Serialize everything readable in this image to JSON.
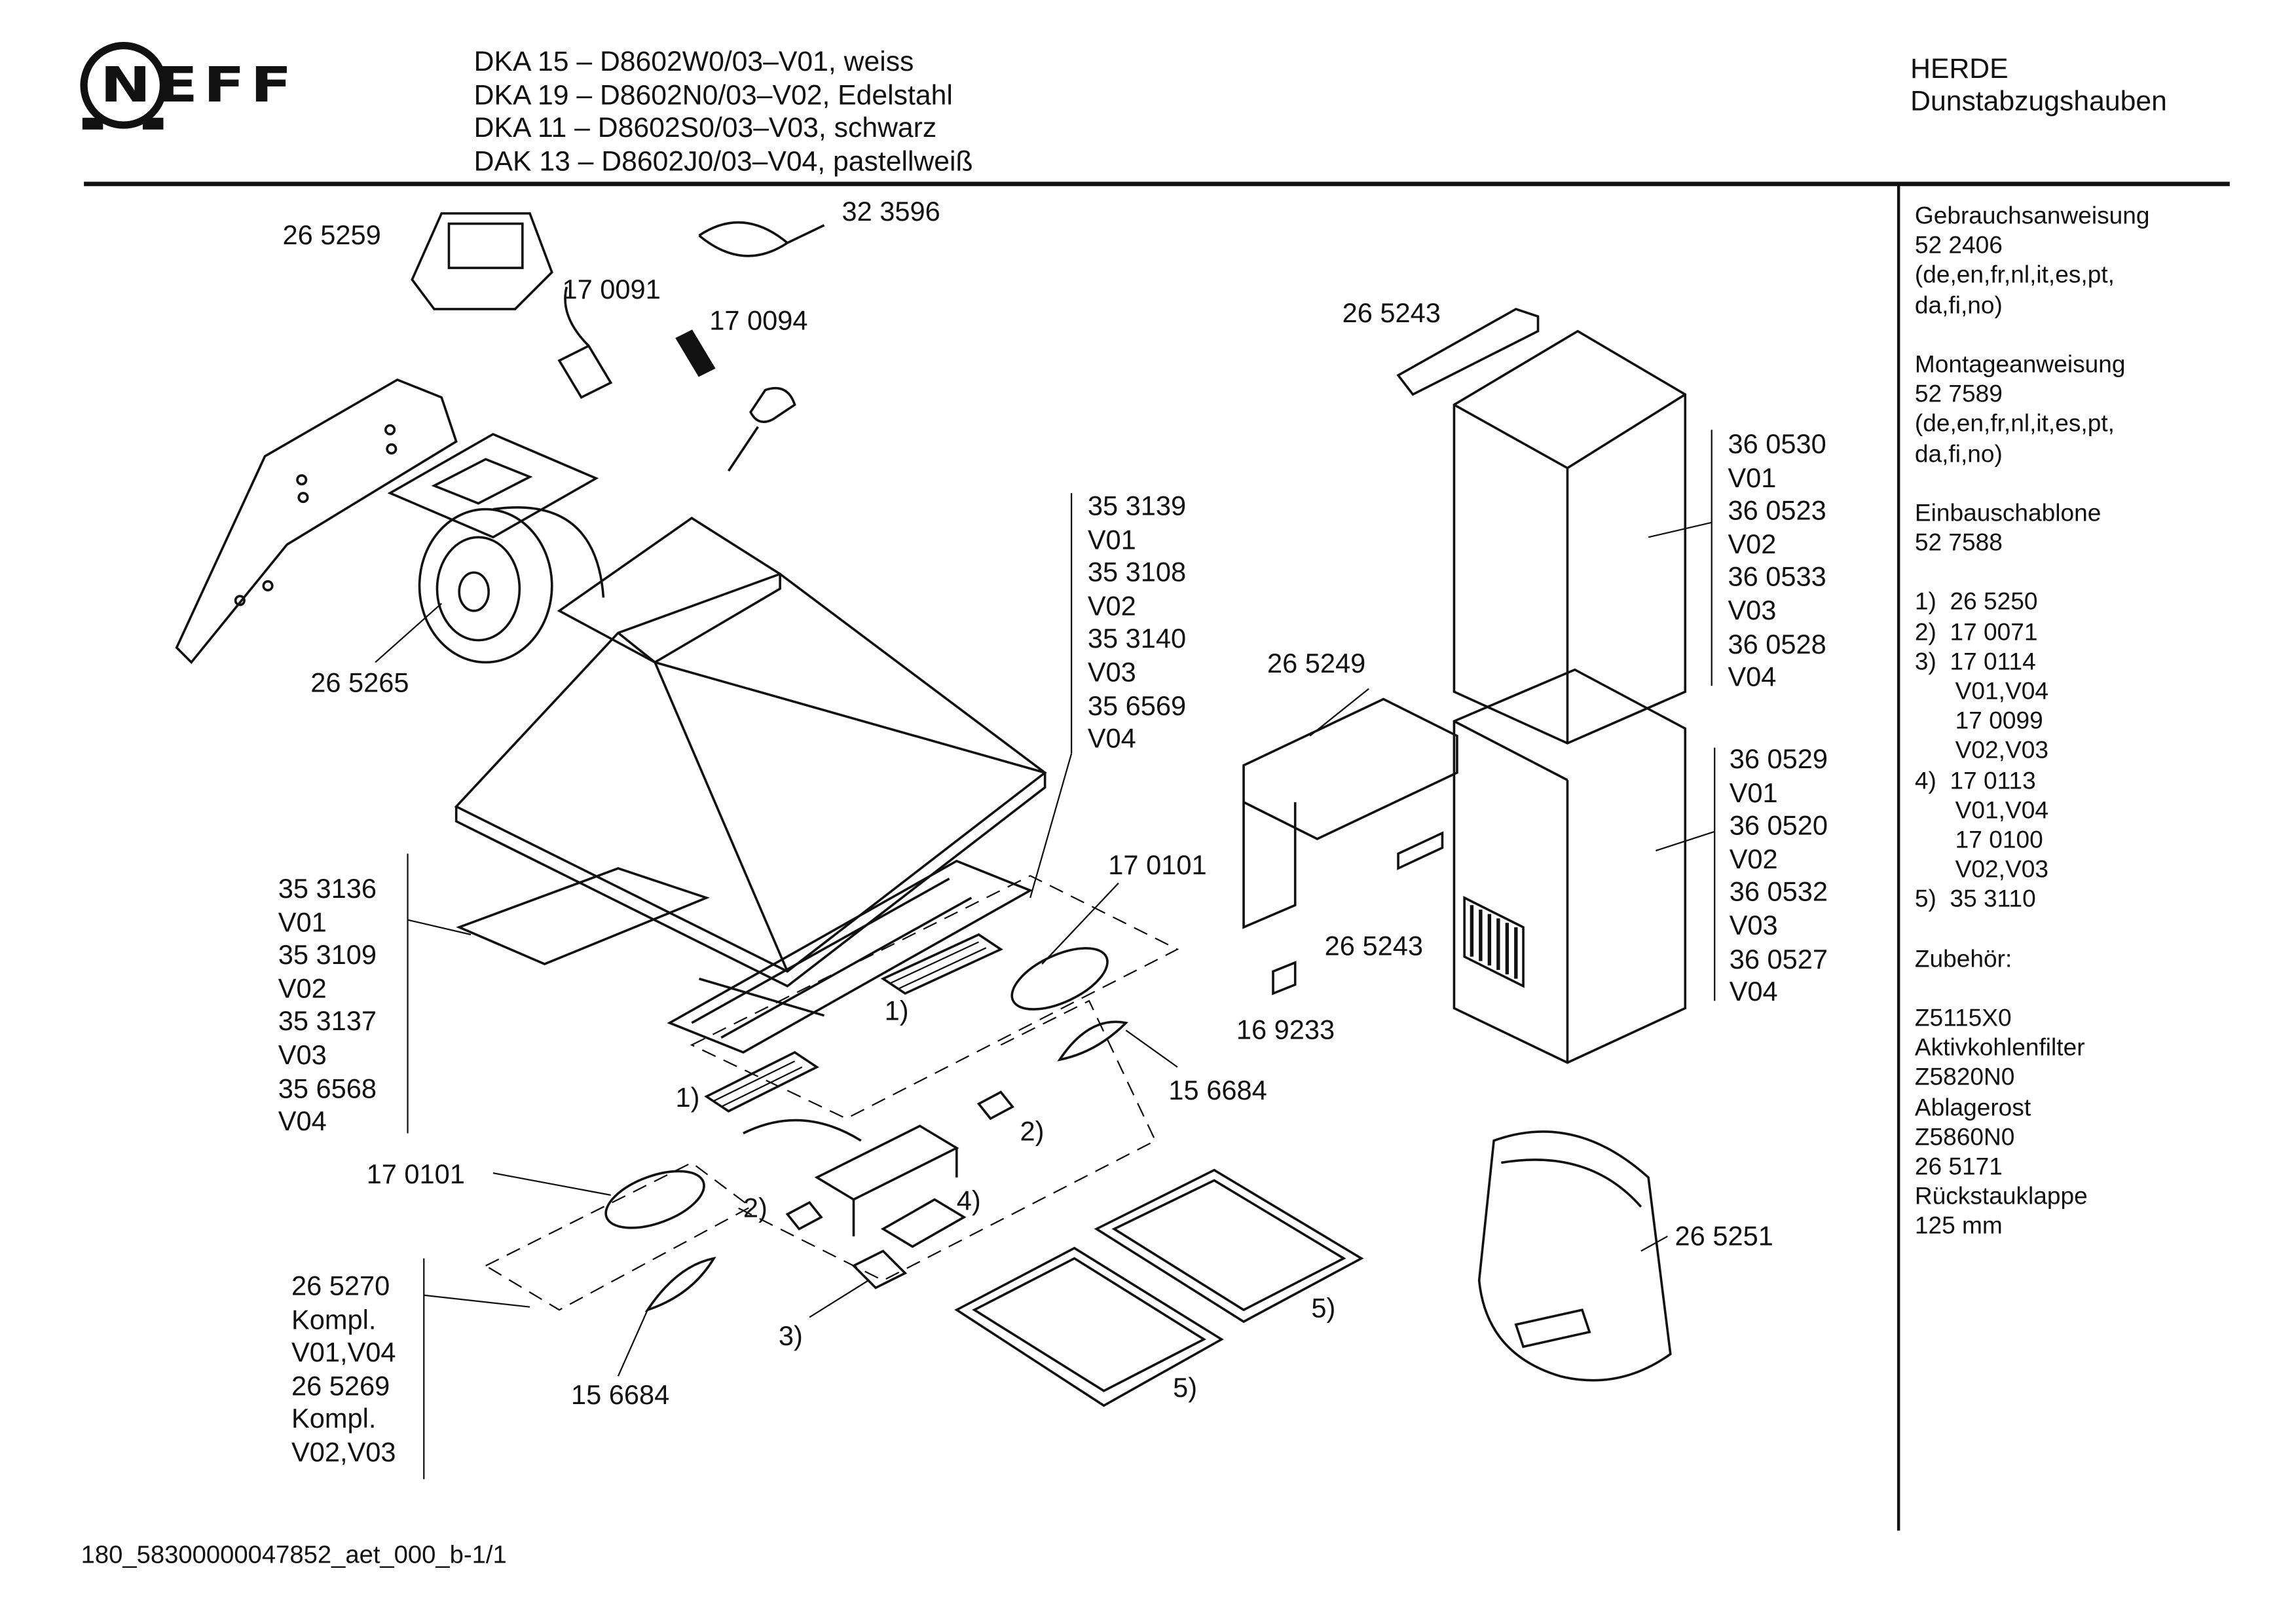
{
  "header": {
    "brand": "NEFF",
    "models": [
      "DKA 15 – D8602W0/03–V01, weiss",
      "DKA 19 – D8602N0/03–V02, Edelstahl",
      "DKA 11 – D8602S0/03–V03, schwarz",
      "DAK 13 – D8602J0/03–V04, pastellweiß"
    ],
    "category": "HERDE",
    "subcategory": "Dunstabzugshauben"
  },
  "sidebar": {
    "lines": [
      "Gebrauchsanweisung",
      "52 2406",
      "(de,en,fr,nl,it,es,pt,",
      "da,fi,no)",
      "",
      "Montageanweisung",
      "52 7589",
      "(de,en,fr,nl,it,es,pt,",
      "da,fi,no)",
      "",
      "Einbauschablone",
      "52 7588",
      "",
      "1)  26 5250",
      "2)  17 0071",
      "3)  17 0114",
      "      V01,V04",
      "      17 0099",
      "      V02,V03",
      "4)  17 0113",
      "      V01,V04",
      "      17 0100",
      "      V02,V03",
      "5)  35 3110",
      "",
      "Zubehör:",
      "",
      "Z5115X0",
      "Aktivkohlenfilter",
      "Z5820N0",
      "Ablagerost",
      "Z5860N0",
      "26 5171",
      "Rückstauklappe",
      "125 mm"
    ]
  },
  "labels": {
    "l265259": "26 5259",
    "l323596": "32 3596",
    "l170091": "17 0091",
    "l170094": "17 0094",
    "l265265": "26 5265",
    "hood": [
      "35 3139",
      "V01",
      "35 3108",
      "V02",
      "35 3140",
      "V03",
      "35 6569",
      "V04"
    ],
    "l265243a": "26 5243",
    "chimneyUpper": [
      "36 0530",
      "V01",
      "36 0523",
      "V02",
      "36 0533",
      "V03",
      "36 0528",
      "V04"
    ],
    "l265249": "26 5249",
    "chimneyLower": [
      "36 0529",
      "V01",
      "36 0520",
      "V02",
      "36 0532",
      "V03",
      "36 0527",
      "V04"
    ],
    "l170101a": "17 0101",
    "l265243b": "26 5243",
    "l169233": "16 9233",
    "panel": [
      "35 3136",
      "V01",
      "35 3109",
      "V02",
      "35 3137",
      "V03",
      "35 6568",
      "V04"
    ],
    "r1a": "1)",
    "r1b": "1)",
    "l156684a": "15 6684",
    "r2a": "2)",
    "r2b": "2)",
    "r4": "4)",
    "r3": "3)",
    "r5a": "5)",
    "r5b": "5)",
    "l170101b": "17 0101",
    "l265251": "26 5251",
    "kit": [
      "26 5270",
      "Kompl.",
      "V01,V04",
      "26 5269",
      "Kompl.",
      "V02,V03"
    ],
    "l156684b": "15 6684"
  },
  "footer": {
    "doc_id": "180_58300000047852_aet_000_b-1/1"
  }
}
